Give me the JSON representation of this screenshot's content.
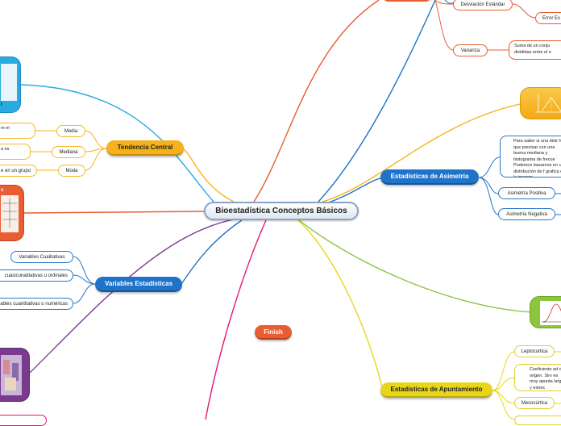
{
  "central": {
    "label": "Bioestadística Conceptos Básicos"
  },
  "branches": {
    "tendencia": {
      "label": "Tendencia Central",
      "items": [
        "Media",
        "Mediana",
        "Moda"
      ],
      "notes": [
        "re el",
        "a es",
        "e en un grupo"
      ]
    },
    "variables": {
      "label": "Variables Estadísticas",
      "items": [
        "Variables Cualitativas",
        "cuasicunatitativas u ordinales",
        "ables cuantitativas o numéricas"
      ]
    },
    "asimetria": {
      "label": "Estadísticas de Asimetría",
      "description": "Para saber si una distr hay que precisar con una buena mediana y histograma de frecue Podemos basarnos en una distribución de f grafica es la imagen",
      "items": [
        "Asimetría Positiva",
        "Asimetría Negativa"
      ]
    },
    "apuntamiento": {
      "label": "Estadísticas de Apuntamiento",
      "items": [
        "Leptocurtica",
        "Mesocúrtica"
      ],
      "description": "Coeficiente ad de origen. Sirv es muy apunta larga y estrec"
    },
    "dispersion": {
      "items": [
        "Desviación Estándar",
        "Error Es",
        "Varianza"
      ],
      "varianza_note": "Suma de un conju divididas entre el n"
    },
    "finish": {
      "label": "Finish"
    }
  },
  "image_captions": {
    "blue_image": "l",
    "red_image": "s"
  },
  "colors": {
    "orange": "#f6b21b",
    "blue": "#1f73c9",
    "yellow": "#e9d61b",
    "red": "#e95d33",
    "green": "#8cc63f",
    "purple": "#7a3b8f",
    "pink": "#e6177a",
    "cyan": "#29abe2"
  }
}
